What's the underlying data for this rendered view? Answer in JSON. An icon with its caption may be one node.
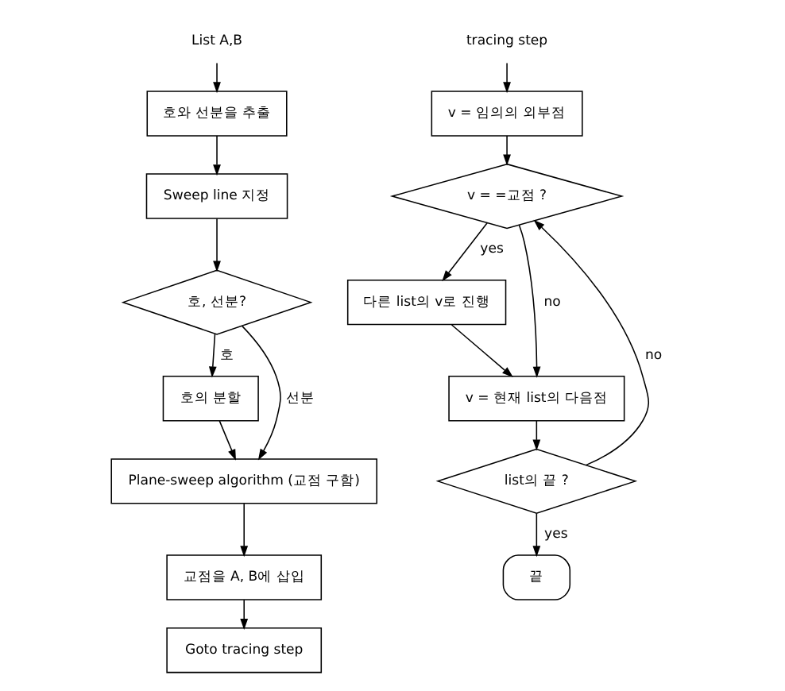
{
  "diagram": {
    "nodes": [
      {
        "text": [
          "List A,B"
        ]
      },
      {
        "text": [
          "호와 선분을 추출"
        ]
      },
      {
        "text": [
          "Sweep line 지정"
        ]
      },
      {
        "text": [
          "호, 선분?"
        ]
      },
      {
        "text": [
          "호의 분할"
        ]
      },
      {
        "text": [
          "Plane-sweep algorithm (교점 구함)"
        ]
      },
      {
        "text": [
          "교점을 A, B에 삽입"
        ]
      },
      {
        "text": [
          "Goto tracing step"
        ]
      },
      {
        "text": [
          "tracing step"
        ]
      },
      {
        "text": [
          "v = 임의의 외부점"
        ]
      },
      {
        "text": [
          "v = =교점 ?"
        ]
      },
      {
        "text": [
          "다른 list의 v로 진행"
        ]
      },
      {
        "text": [
          "v = 현재 list의 다음점"
        ]
      },
      {
        "text": [
          "list의 끝 ?"
        ]
      },
      {
        "text": [
          "끝"
        ]
      }
    ],
    "edges": [
      {
        "from": 0,
        "to": 1,
        "arrow": "to"
      },
      {
        "from": 1,
        "to": 2,
        "arrow": "to"
      },
      {
        "from": 2,
        "to": 3,
        "arrow": "to"
      },
      {
        "from": 3,
        "to": 4,
        "arrow": "to",
        "label": "호"
      },
      {
        "from": 3,
        "to": 5,
        "arrow": "to",
        "label": "선분"
      },
      {
        "from": 4,
        "to": 5,
        "arrow": "to"
      },
      {
        "from": 5,
        "to": 6,
        "arrow": "to"
      },
      {
        "from": 6,
        "to": 7,
        "arrow": "to"
      },
      {
        "from": 8,
        "to": 9,
        "arrow": "to"
      },
      {
        "from": 9,
        "to": 10,
        "arrow": "to"
      },
      {
        "from": 10,
        "to": 11,
        "arrow": "to",
        "label": "yes"
      },
      {
        "from": 10,
        "to": 12,
        "arrow": "to",
        "label": "no"
      },
      {
        "from": 11,
        "to": 12,
        "arrow": "to"
      },
      {
        "from": 12,
        "to": 13,
        "arrow": "to"
      },
      {
        "from": 13,
        "to": 10,
        "arrow": "to",
        "label": "no"
      },
      {
        "from": 13,
        "to": 14,
        "arrow": "to",
        "label": "yes"
      }
    ]
  }
}
